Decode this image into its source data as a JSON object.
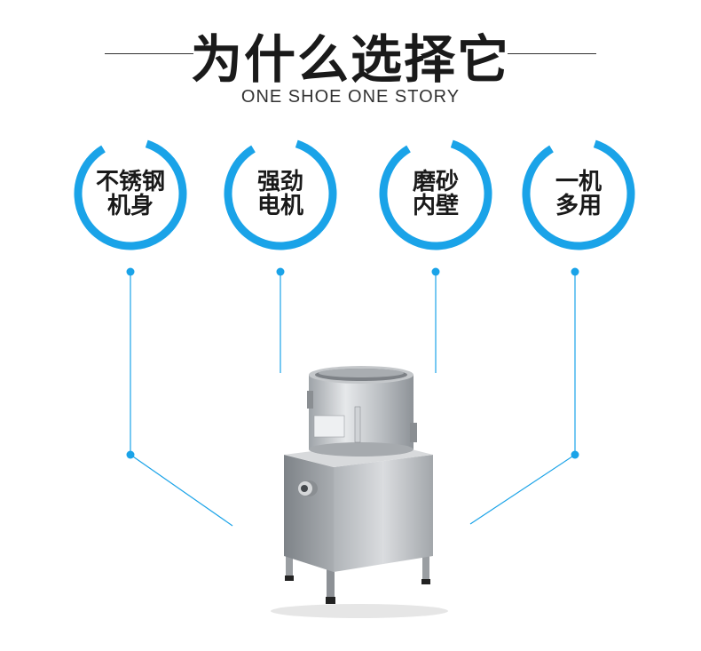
{
  "header": {
    "title": "为什么选择它",
    "subtitle": "ONE SHOE ONE STORY"
  },
  "features": [
    {
      "line1": "不锈钢",
      "line2": "机身",
      "icon": "ring-icon"
    },
    {
      "line1": "强劲",
      "line2": "电机",
      "icon": "ring-icon"
    },
    {
      "line1": "磨砂",
      "line2": "内壁",
      "icon": "ring-icon"
    },
    {
      "line1": "一机",
      "line2": "多用",
      "icon": "ring-icon"
    }
  ],
  "colors": {
    "accent": "#1aa3e8",
    "title": "#1a1a1a",
    "steel": "#c9ccd0"
  },
  "product": {
    "image": "stainless-steel-peeling-machine"
  }
}
